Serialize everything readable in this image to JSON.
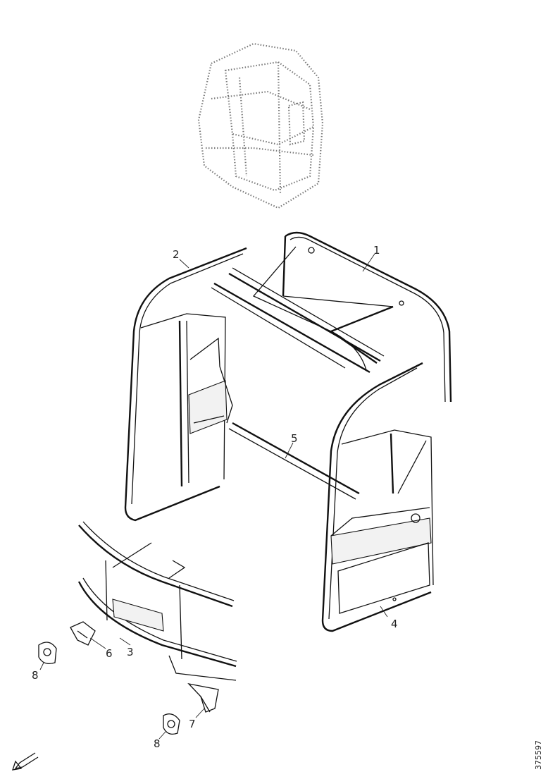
{
  "callouts": [
    {
      "id": "c1",
      "label": "1"
    },
    {
      "id": "c2",
      "label": "2"
    },
    {
      "id": "c3",
      "label": "3"
    },
    {
      "id": "c4",
      "label": "4"
    },
    {
      "id": "c5",
      "label": "5"
    },
    {
      "id": "c6",
      "label": "6"
    },
    {
      "id": "c7",
      "label": "7"
    },
    {
      "id": "c8a",
      "label": "8"
    },
    {
      "id": "c8b",
      "label": "8"
    }
  ],
  "drawing_number": "375597"
}
